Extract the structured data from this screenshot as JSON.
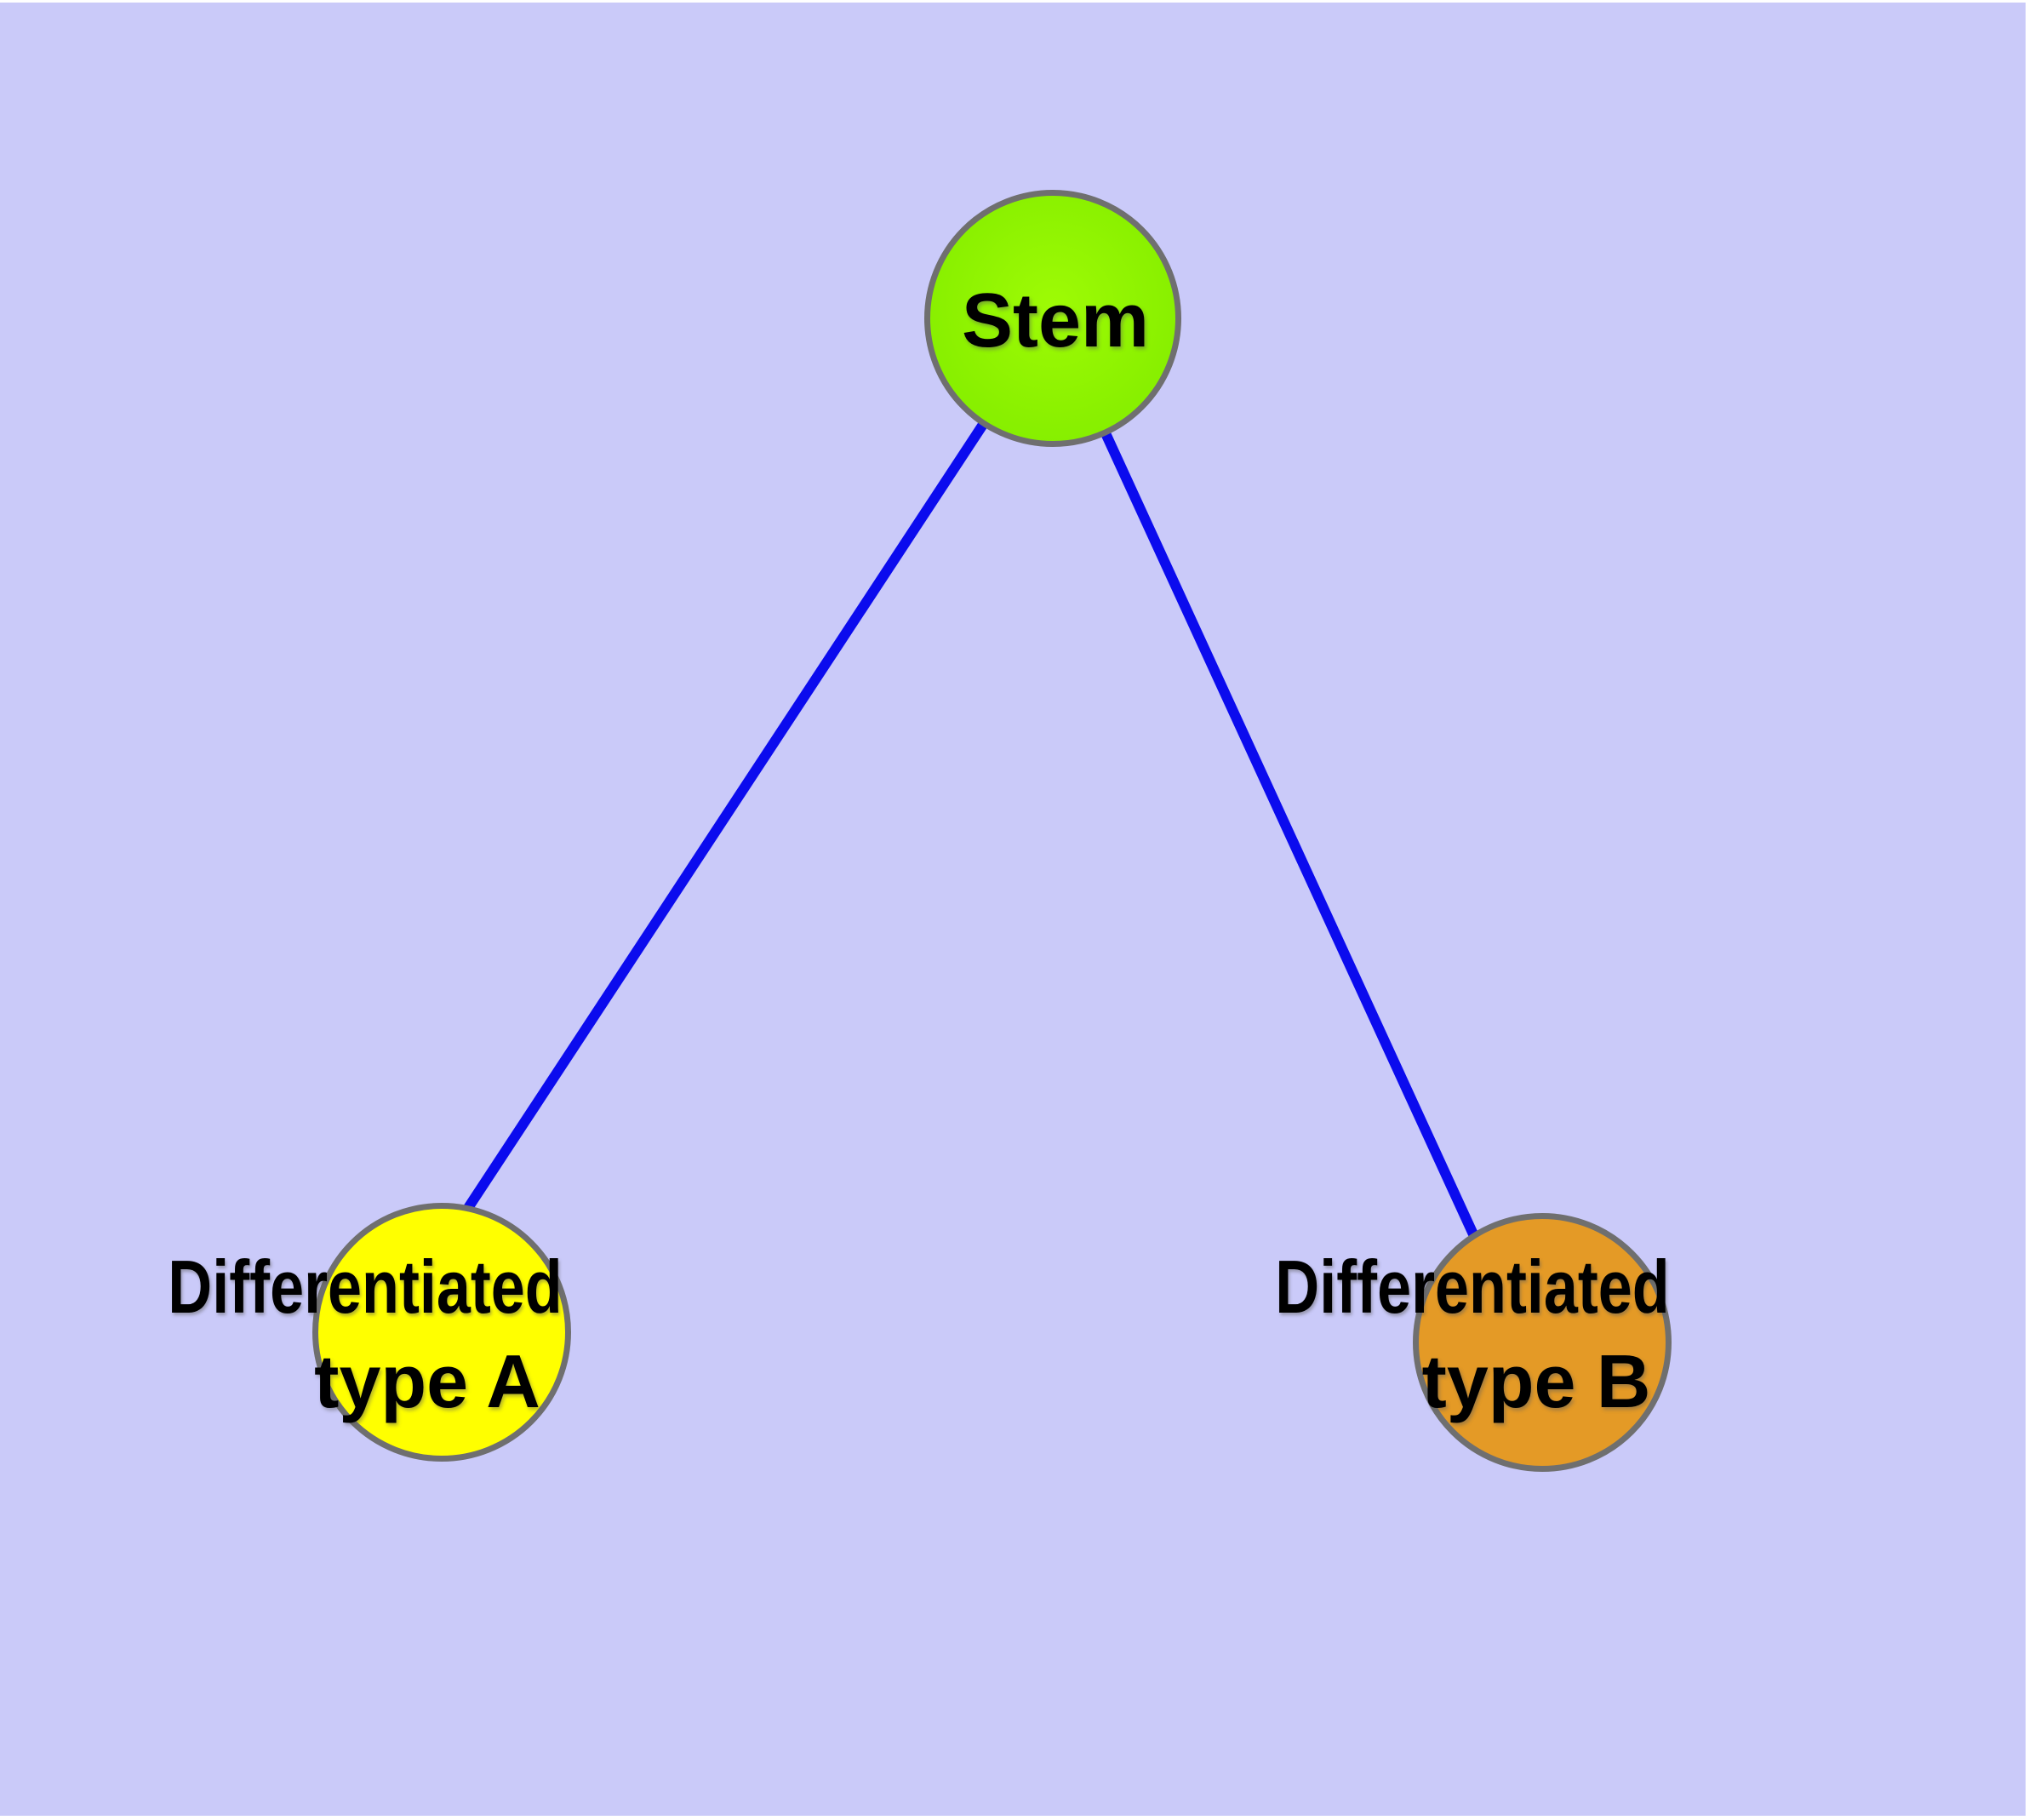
{
  "diagram": {
    "title": "Stem cell differentiation diagram",
    "background_color": "#CACAF9",
    "edge_color": "#0B0BEE",
    "node_border_color": "#6F6F6F",
    "nodes": [
      {
        "id": "stem",
        "label": "Stem",
        "label_lines": [
          "Stem"
        ],
        "fill": "#8CF102",
        "shape": "circle"
      },
      {
        "id": "differentiated-type-a",
        "label": "Differentiated type A",
        "label_lines": [
          "Differentiated",
          "type A"
        ],
        "fill": "#FFFF00",
        "shape": "circle"
      },
      {
        "id": "differentiated-type-b",
        "label": "Differentiated type B",
        "label_lines": [
          "Differentiated",
          "type B"
        ],
        "fill": "#E49A26",
        "shape": "circle"
      }
    ],
    "edges": [
      {
        "from": "stem",
        "to": "differentiated-type-a"
      },
      {
        "from": "stem",
        "to": "differentiated-type-b"
      }
    ]
  }
}
